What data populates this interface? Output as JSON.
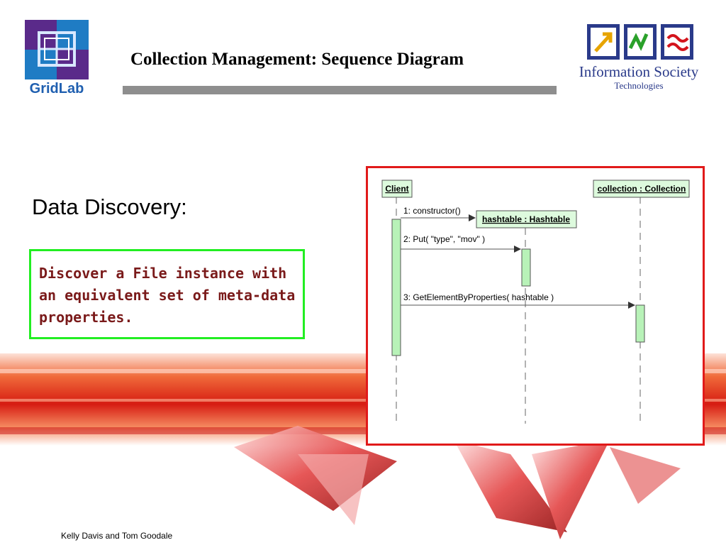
{
  "header": {
    "title": "Collection Management: Sequence Diagram",
    "left_logo_text": "GridLab",
    "right_logo_line1": "Information Society",
    "right_logo_line2": "Technologies"
  },
  "content": {
    "heading": "Data Discovery:",
    "note": "Discover a File instance with an equivalent set of meta-data properties."
  },
  "diagram": {
    "lifelines": [
      {
        "underlined": "Client",
        "rest": ""
      },
      {
        "underlined": "hashtable",
        "rest": " : Hashtable"
      },
      {
        "underlined": "collection",
        "rest": " : Collection"
      }
    ],
    "messages": [
      "1:  constructor()",
      "2:  Put( \"type\", \"mov\" )",
      "3:  GetElementByProperties( hashtable )"
    ]
  },
  "footer": {
    "author": "Kelly Davis and Tom Goodale"
  },
  "colors": {
    "frame": "#e11a1a",
    "note_border": "#22ee22",
    "activation": "#b8f2b8",
    "title_rule": "#8e8e8e"
  }
}
